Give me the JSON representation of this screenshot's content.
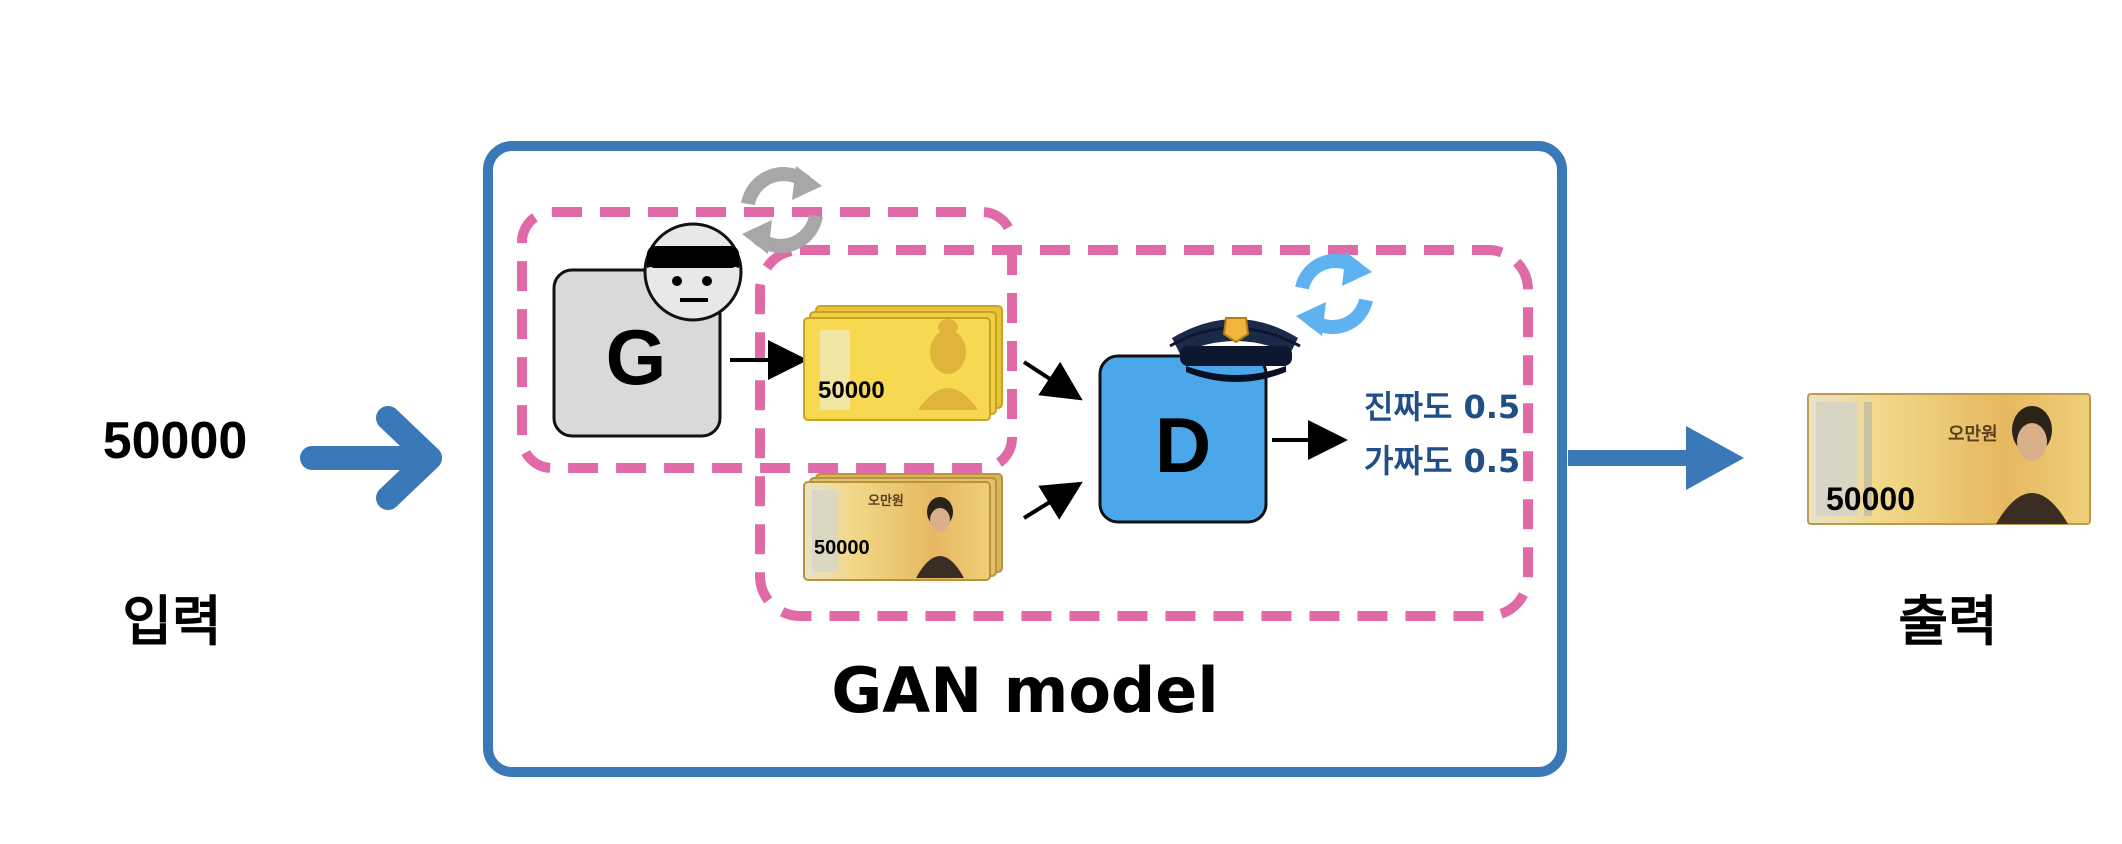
{
  "input": {
    "value": "50000",
    "label": "입력"
  },
  "output": {
    "label": "출력",
    "note_amount": "50000",
    "note_title": "오만원"
  },
  "model": {
    "title": "GAN model"
  },
  "generator": {
    "letter": "G"
  },
  "discriminator": {
    "letter": "D"
  },
  "fake_note": {
    "amount": "50000"
  },
  "real_note": {
    "amount": "50000",
    "title": "오만원"
  },
  "result": {
    "real_line": "진짜도 0.5",
    "fake_line": "가짜도 0.5"
  },
  "icons": {
    "generator_update": "gray-refresh-icon",
    "discriminator_update": "blue-refresh-icon",
    "thief": "thief-face-icon",
    "police": "police-hat-icon"
  },
  "colors": {
    "frame_blue": "#3a78b8",
    "dashed_pink": "#e06aa8",
    "discriminator_fill": "#4aa8ea",
    "generator_fill": "#d9d9d9",
    "result_text": "#1f4f86",
    "fake_note": "#f5d54a",
    "real_note": "#e2bf6a"
  }
}
